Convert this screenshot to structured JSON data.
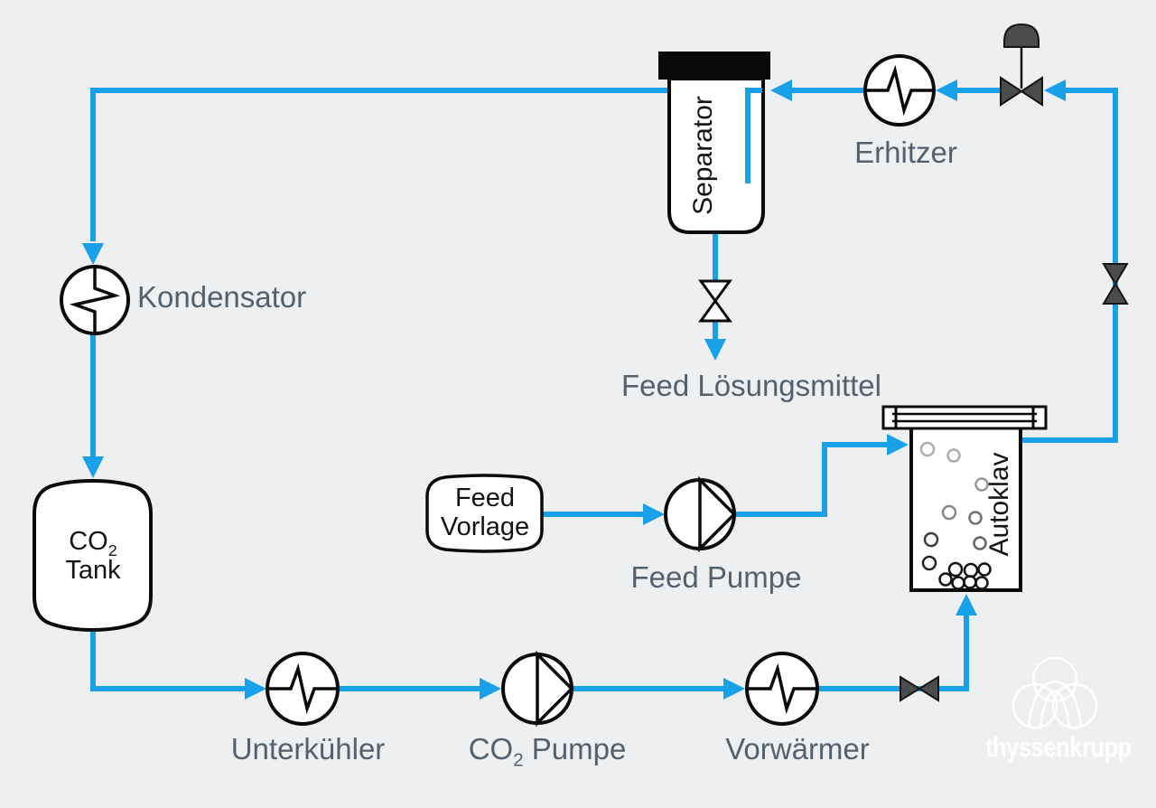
{
  "labels": {
    "separator": "Separator",
    "erhitzer": "Erhitzer",
    "kondensator": "Kondensator",
    "autoklav": "Autoklav",
    "unterkuehler": "Unterkühler",
    "vorwaermer": "Vorwärmer",
    "feed_pumpe": "Feed Pumpe",
    "feed_loesungsmittel": "Feed Lösungsmittel",
    "co2_tank": {
      "main": "CO",
      "sub": "2",
      "line2": "Tank"
    },
    "co2_pumpe": {
      "main": "CO",
      "sub": "2",
      "rest": " Pumpe"
    },
    "feed_vorlage": {
      "line1": "Feed",
      "line2": "Vorlage"
    }
  },
  "branding": {
    "wordmark": "thyssenkrupp"
  },
  "symbols": {
    "kondensator": "heat-exchanger",
    "erhitzer": "heat-exchanger",
    "unterkuehler": "heat-exchanger",
    "vorwaermer": "heat-exchanger",
    "co2_pumpe": "pump",
    "feed_pumpe": "pump",
    "separator": "vessel-with-cap",
    "co2_tank": "storage-tank",
    "feed_vorlage": "storage-tank",
    "autoklav": "autoclave-vessel",
    "top_valve": "control-valve-with-actuator",
    "riser_valve": "shutoff-valve",
    "bottom_valve": "shutoff-valve",
    "drain_valve": "manual-valve"
  },
  "colors": {
    "pipe": "#18A0E8",
    "background": "#EEEFF1",
    "label_gray": "#53616F",
    "outline": "#0A0A0A",
    "valve_fill": "#4A4B4D",
    "logo": "#FFFFFF"
  }
}
